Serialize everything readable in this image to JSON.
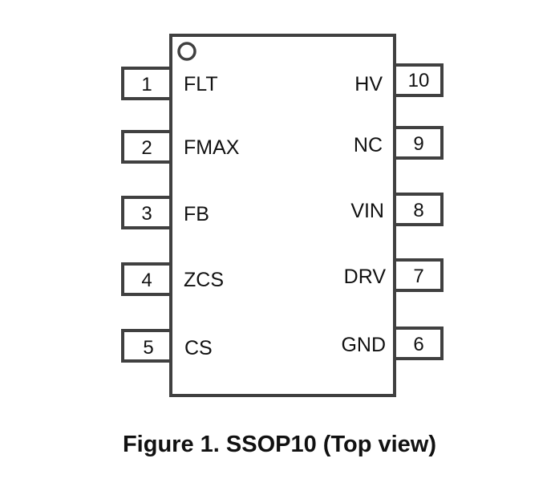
{
  "diagram": {
    "package": "SSOP10",
    "caption": "Figure 1. SSOP10 (Top view)",
    "stroke_color": "#404040",
    "text_color": "#111111",
    "pin1_marker": "circle",
    "pins_left": [
      {
        "number": "1",
        "name": "FLT"
      },
      {
        "number": "2",
        "name": "FMAX"
      },
      {
        "number": "3",
        "name": "FB"
      },
      {
        "number": "4",
        "name": "ZCS"
      },
      {
        "number": "5",
        "name": "CS"
      }
    ],
    "pins_right": [
      {
        "number": "10",
        "name": "HV"
      },
      {
        "number": "9",
        "name": "NC"
      },
      {
        "number": "8",
        "name": "VIN"
      },
      {
        "number": "7",
        "name": "DRV"
      },
      {
        "number": "6",
        "name": "GND"
      }
    ]
  }
}
